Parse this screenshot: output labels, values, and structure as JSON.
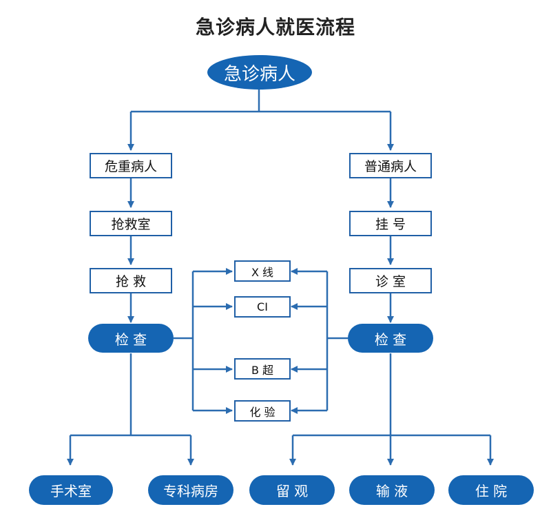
{
  "title": "急诊病人就医流程",
  "colors": {
    "accent": "#1565b3",
    "line": "#2b6cb0"
  },
  "nodes": {
    "start": "急诊病人",
    "critical": "危重病人",
    "rescue_room": "抢救室",
    "rescue": "抢 救",
    "exam_left": "检 查",
    "normal": "普通病人",
    "register": "挂 号",
    "clinic": "诊 室",
    "exam_right": "检 查",
    "xray": "X 线",
    "ct": "CI",
    "bultra": "B 超",
    "lab": "化 验",
    "surgery": "手术室",
    "specialist": "专科病房",
    "observe": "留 观",
    "infusion": "输 液",
    "admit": "住 院"
  }
}
